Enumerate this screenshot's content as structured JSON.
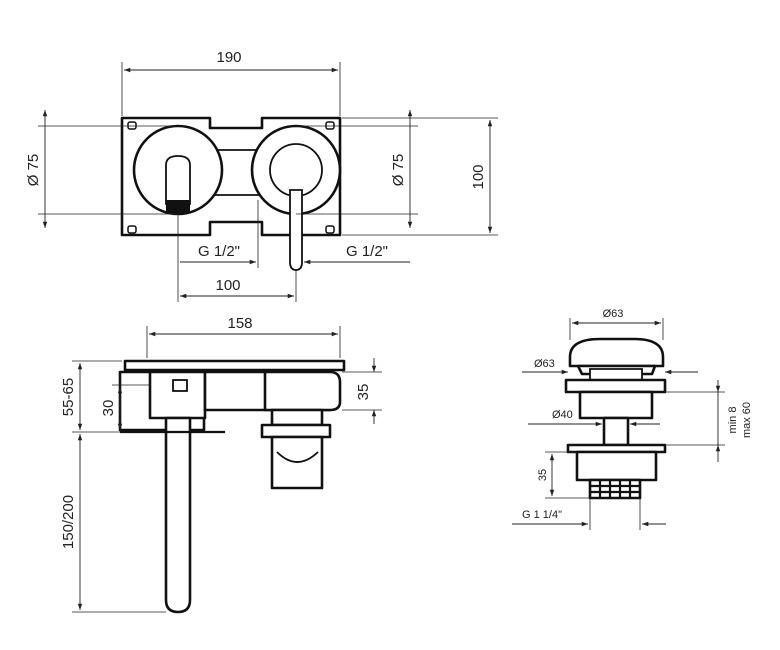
{
  "diagram": {
    "colors": {
      "line": "#111111",
      "dimension": "#222222",
      "background": "#ffffff"
    },
    "front_view": {
      "width_label": "190",
      "left_diameter_label": "Ø 75",
      "right_diameter_label": "Ø 75",
      "height_label": "100",
      "left_thread_label": "G 1/2\"",
      "right_thread_label": "G 1/2\"",
      "spacing_label": "100"
    },
    "side_view": {
      "depth_label": "158",
      "range_label": "55-65",
      "offset_label": "30",
      "right_label": "35",
      "spout_label": "150/200"
    },
    "drain": {
      "top_diameter_label": "Ø63",
      "flange_diameter_label": "Ø63",
      "body_diameter_label": "Ø40",
      "range_label_min": "min 8",
      "range_label_max": "max 60",
      "length_label": "35",
      "thread_label": "G 1 1/4\""
    }
  }
}
